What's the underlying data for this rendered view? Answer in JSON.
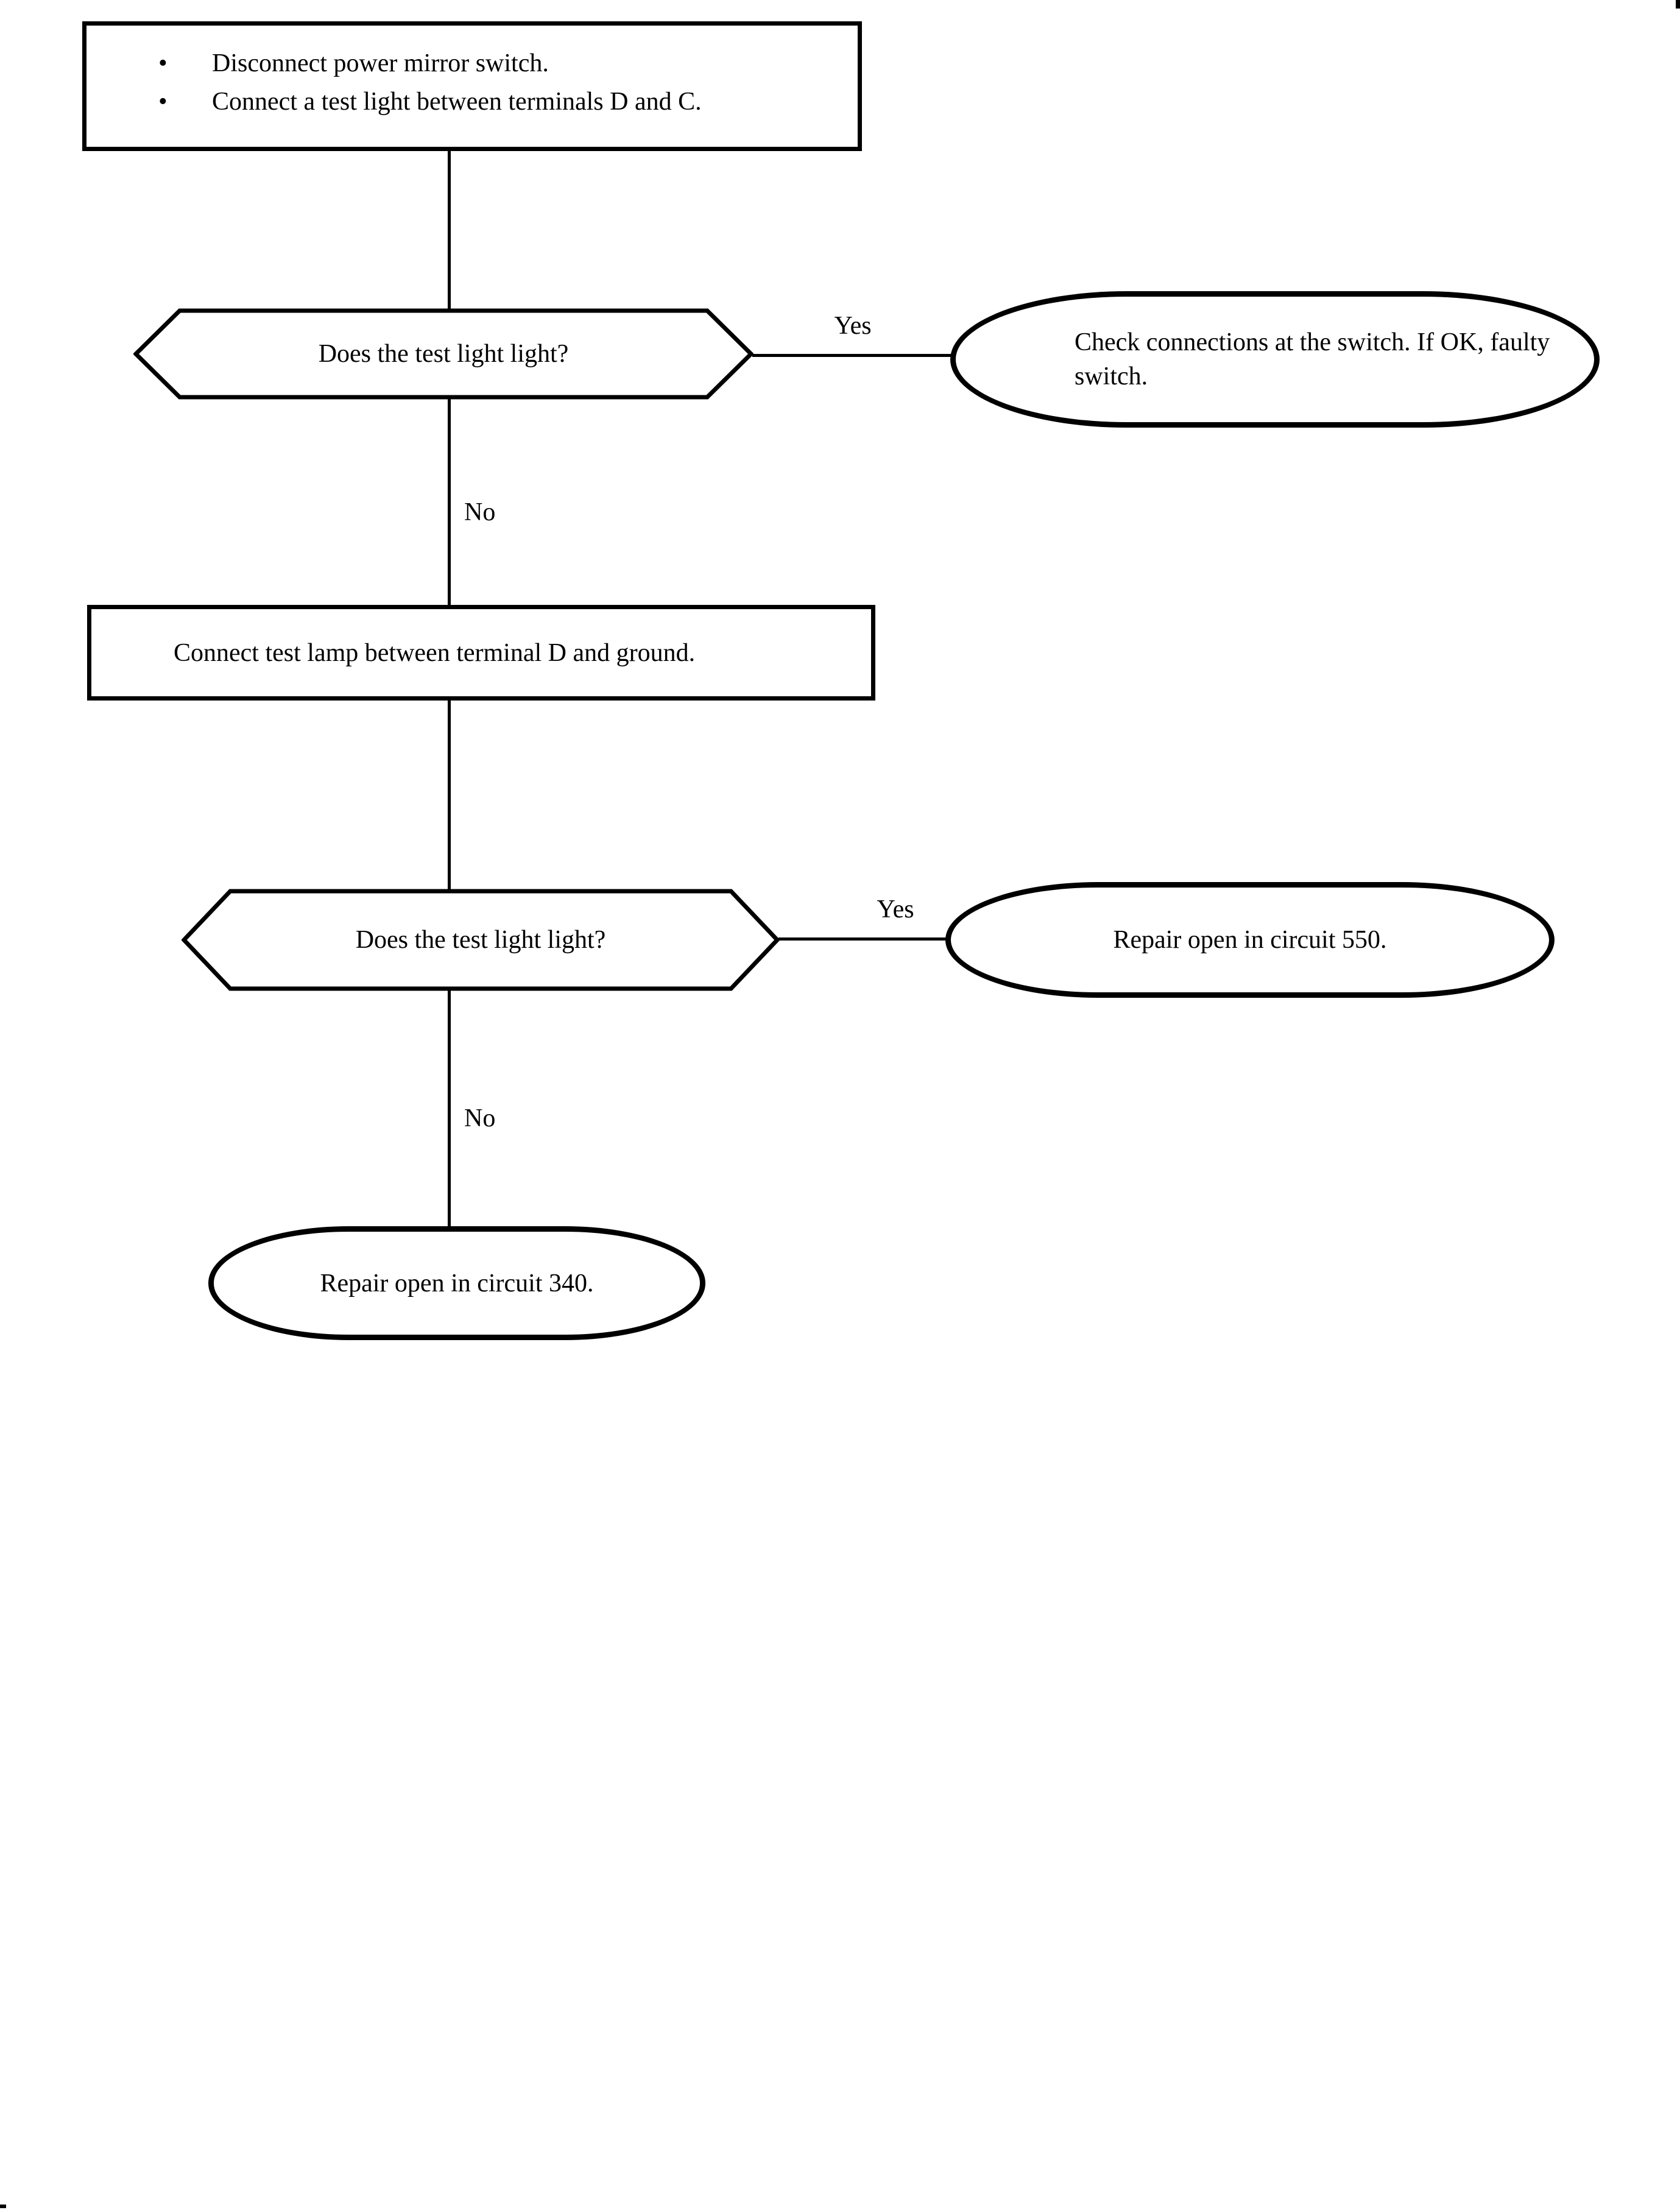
{
  "page": {
    "background_color": "#ffffff",
    "ink_color": "#000000"
  },
  "flow": {
    "start_box": {
      "bullet_char": "•",
      "bullets": [
        "Disconnect power mirror switch.",
        "Connect a test light between terminals D and C."
      ]
    },
    "decision_1": {
      "question": "Does the test light light?",
      "yes_label": "Yes",
      "no_label": "No"
    },
    "result_switch": {
      "text": "Check connections at the switch. If OK, faulty switch."
    },
    "process_2": {
      "text": "Connect test lamp between terminal D and ground."
    },
    "decision_2": {
      "question": "Does the test light light?",
      "yes_label": "Yes",
      "no_label": "No"
    },
    "result_550": {
      "text": "Repair open in circuit 550."
    },
    "result_340": {
      "text": "Repair open in circuit 340."
    }
  }
}
